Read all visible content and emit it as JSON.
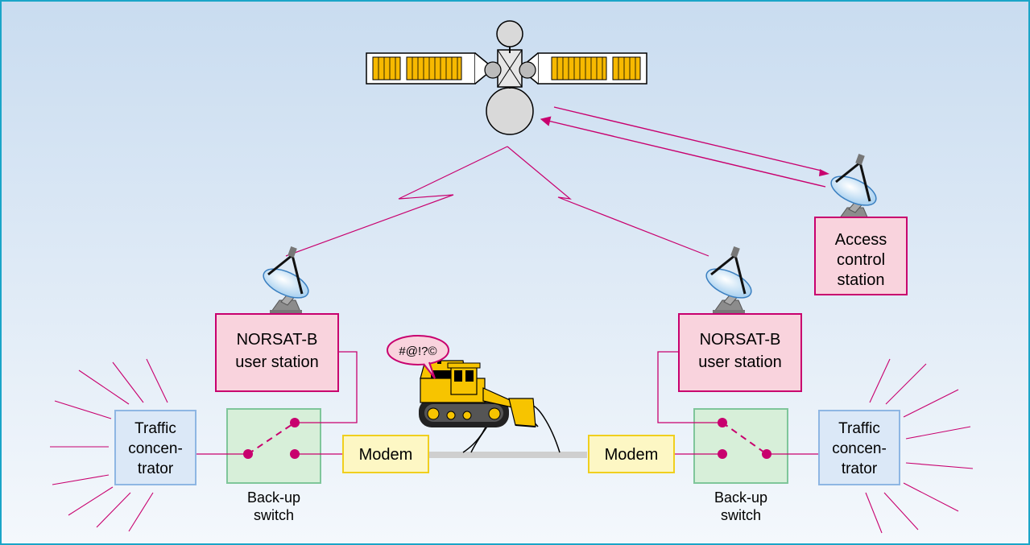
{
  "colors": {
    "frame": "#1aa5c8",
    "background_top": "#c9dcf0",
    "background_bottom": "#f4f8fc",
    "magenta": "#c8006e",
    "station_fill": "#f9d3dd",
    "switch_fill": "#d7efd9",
    "switch_border": "#7fc69a",
    "modem_fill": "#fdf7c4",
    "modem_border": "#f0cf1e",
    "traffic_fill": "#dbe8f7",
    "traffic_border": "#8eb6e3",
    "cable": "#cfcfcf",
    "solar": "#f7b900"
  },
  "icons": [
    "satellite-icon",
    "dish-antenna-icon",
    "bulldozer-icon",
    "speech-bubble-icon"
  ],
  "access_station": {
    "lines": [
      "Access",
      "control",
      "station"
    ]
  },
  "left_station": {
    "lines": [
      "NORSAT-B",
      "user station"
    ]
  },
  "right_station": {
    "lines": [
      "NORSAT-B",
      "user station"
    ]
  },
  "left_switch_label": {
    "lines": [
      "Back-up",
      "switch"
    ]
  },
  "right_switch_label": {
    "lines": [
      "Back-up",
      "switch"
    ]
  },
  "left_modem": "Modem",
  "right_modem": "Modem",
  "left_traffic": {
    "lines": [
      "Traffic",
      "concen-",
      "trator"
    ]
  },
  "right_traffic": {
    "lines": [
      "Traffic",
      "concen-",
      "trator"
    ]
  },
  "speech": "#@!?©"
}
